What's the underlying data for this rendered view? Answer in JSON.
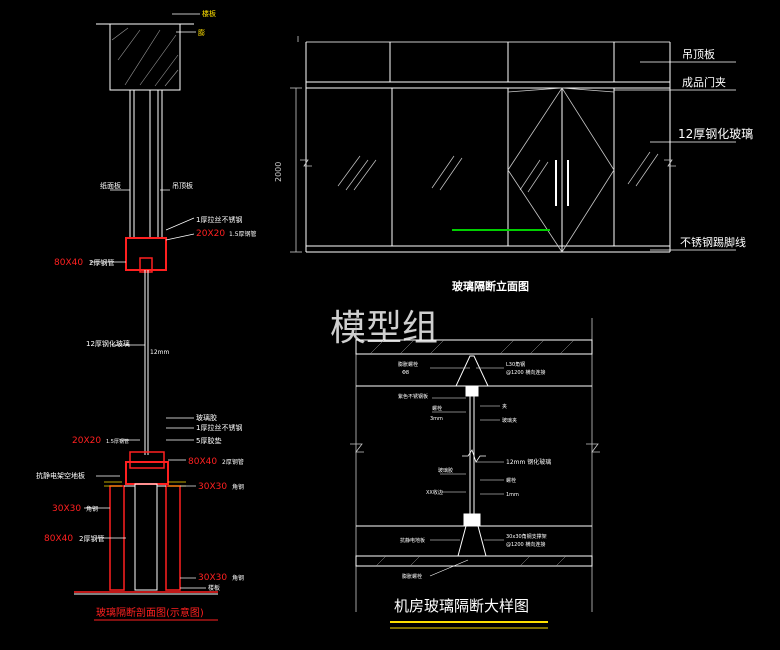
{
  "section_view": {
    "top_labels": {
      "slab_label": "楼板",
      "anchor_label": "膨"
    },
    "labels": {
      "gypsum_board": "纸面板",
      "hanger_board": "吊顶板",
      "ss_top": "1厚拉丝不锈钢",
      "tube_20": "20X20",
      "tube_20_sub": "1.5厚钢管",
      "tube_80": "80X40",
      "tube_80_sub": "2厚钢管",
      "glass_12": "12厚钢化玻璃",
      "mm12": "12mm",
      "sealant": "玻璃胶",
      "ss_mid": "1厚拉丝不锈钢",
      "tube_20b": "20X20",
      "tube_20b_sub": "1.5厚钢管",
      "rubber": "5厚胶垫",
      "tube_80b": "80X40",
      "tube_80b_sub": "2厚钢管",
      "antistatic": "抗静电架空地板",
      "angle_30a": "30X30",
      "angle_30a_sub": "角钢",
      "angle_30b": "30X30",
      "angle_30b_sub": "角钢",
      "tube_80c": "80X40",
      "tube_80c_sub": "2厚钢管",
      "angle_30c": "30X30",
      "angle_30c_sub": "角钢",
      "floor": "楼板"
    },
    "caption": "玻璃隔断剖面图(示意图)"
  },
  "elevation": {
    "height_dim": "2000",
    "labels": {
      "ceiling": "吊顶板",
      "door_clip": "成品门夹",
      "glass": "12厚钢化玻璃",
      "skirting": "不锈钢踢脚线"
    },
    "caption": "玻璃隔断立面图"
  },
  "watermark": "模型组",
  "detail": {
    "labels": {
      "anchor_bolt": "膨胀螺栓",
      "anchor_size": "Φ8",
      "l30": "L30角钢",
      "l30_sub": "@1200 横向连接",
      "ss_trim": "紫色不锈钢板",
      "gap": "3mm",
      "clamp": "夹",
      "glass_clip": "玻璃夹",
      "bolt_a": "螺栓",
      "glass_12": "12mm 钢化玻璃",
      "glue": "玻璃胶",
      "xx_trim": "XX收边",
      "bolt_b": "螺栓",
      "gap_b": "1mm",
      "floor_board": "抗静电地板",
      "tube_30": "30x30角钢支撑架",
      "tube_30_sub": "@1200 横向连接",
      "foot": "膨胀螺栓"
    },
    "caption": "机房玻璃隔断大样图"
  },
  "colors": {
    "line": "#ffffff",
    "red": "#ff2020",
    "caption_red": "#ff2020",
    "green": "#00d000",
    "yellow": "#ffe000",
    "dim": "#c8c8c8",
    "hatch": "#9a9a9a",
    "watermark": "#cfcfcf"
  }
}
